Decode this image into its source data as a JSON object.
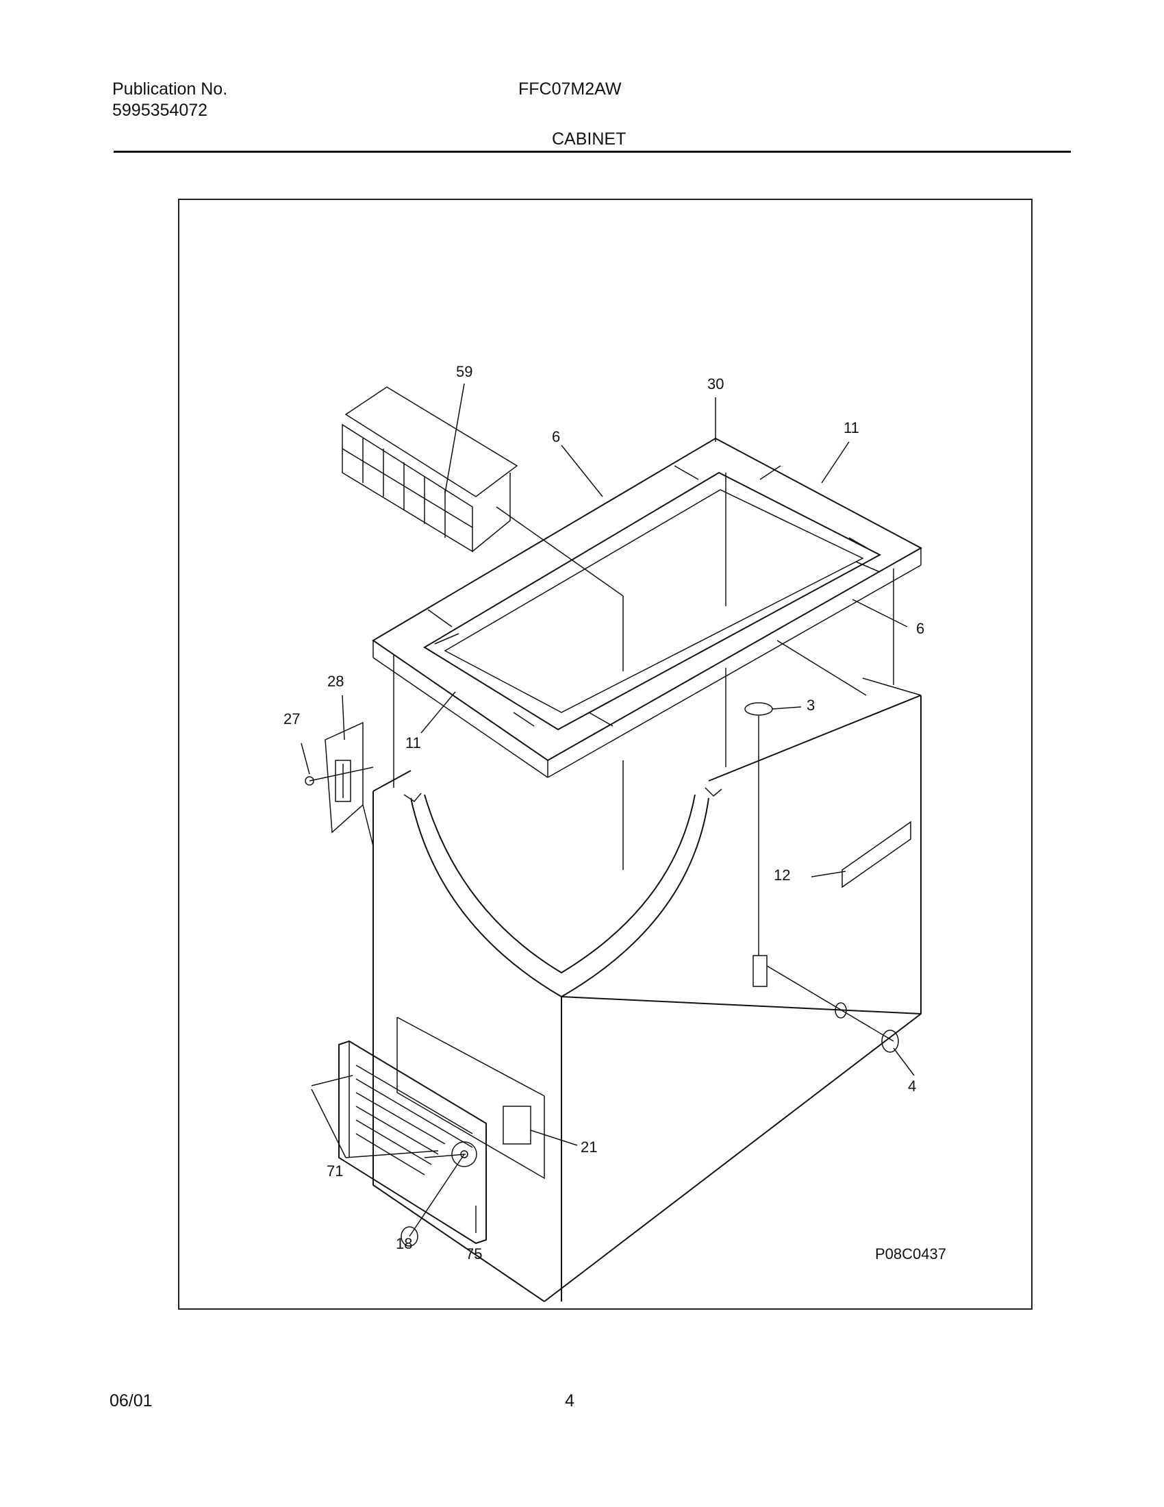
{
  "header": {
    "publication_label": "Publication No.",
    "publication_number": "5995354072",
    "model": "FFC07M2AW",
    "section_title": "CABINET"
  },
  "diagram": {
    "drawing_id": "P08C0437",
    "callouts": {
      "basket": "59",
      "gasket_corner": "30",
      "gasket_left_long": "6",
      "gasket_right_short": "11",
      "gasket_right_long": "6",
      "gasket_front_short": "11",
      "hinge": "28",
      "hinge_screw": "27",
      "drain_plug": "3",
      "label": "12",
      "drain_cap": "4",
      "thermostat": "21",
      "grille_screws": "71",
      "knob": "18",
      "grille": "75"
    }
  },
  "footer": {
    "date": "06/01",
    "page": "4"
  }
}
